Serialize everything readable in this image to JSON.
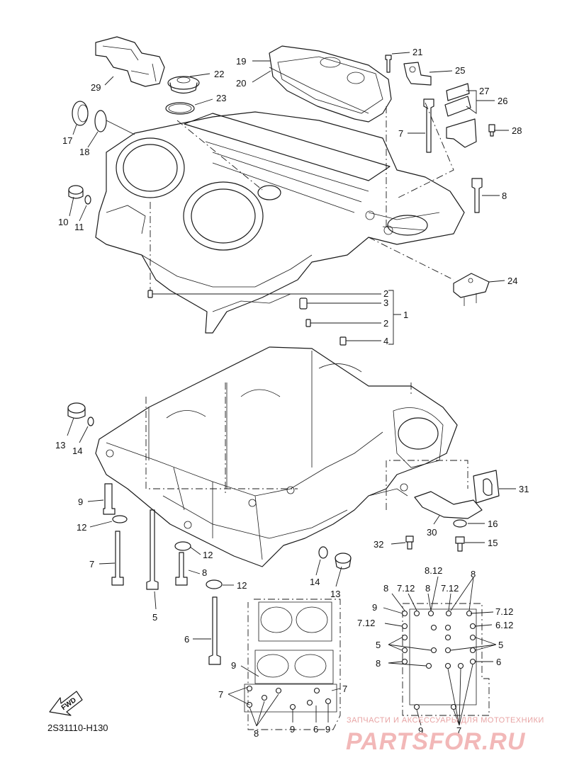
{
  "diagram": {
    "code": "2S31110-H130",
    "fwd_label": "FWD",
    "watermark_line": "ЗАПЧАСТИ И АКСЕССУАРЫ ДЛЯ МОТОТЕХНИКИ",
    "watermark_brand": "PARTSFOR.RU"
  },
  "callouts": [
    {
      "id": "c29",
      "text": "29"
    },
    {
      "id": "c22",
      "text": "22"
    },
    {
      "id": "c23",
      "text": "23"
    },
    {
      "id": "c17",
      "text": "17"
    },
    {
      "id": "c18",
      "text": "18"
    },
    {
      "id": "c10",
      "text": "10"
    },
    {
      "id": "c11",
      "text": "11"
    },
    {
      "id": "c19",
      "text": "19"
    },
    {
      "id": "c20",
      "text": "20"
    },
    {
      "id": "c21",
      "text": "21"
    },
    {
      "id": "c25",
      "text": "25"
    },
    {
      "id": "c27",
      "text": "27"
    },
    {
      "id": "c26",
      "text": "26"
    },
    {
      "id": "c7a",
      "text": "7"
    },
    {
      "id": "c28",
      "text": "28"
    },
    {
      "id": "c8a",
      "text": "8"
    },
    {
      "id": "c24",
      "text": "24"
    },
    {
      "id": "c2a",
      "text": "2"
    },
    {
      "id": "c3",
      "text": "3"
    },
    {
      "id": "c1",
      "text": "1"
    },
    {
      "id": "c2b",
      "text": "2"
    },
    {
      "id": "c4",
      "text": "4"
    },
    {
      "id": "c13a",
      "text": "13"
    },
    {
      "id": "c14a",
      "text": "14"
    },
    {
      "id": "c9a",
      "text": "9"
    },
    {
      "id": "c12a",
      "text": "12"
    },
    {
      "id": "c7b",
      "text": "7"
    },
    {
      "id": "c5",
      "text": "5"
    },
    {
      "id": "c12b",
      "text": "12"
    },
    {
      "id": "c8b",
      "text": "8"
    },
    {
      "id": "c12c",
      "text": "12"
    },
    {
      "id": "c6",
      "text": "6"
    },
    {
      "id": "c14b",
      "text": "14"
    },
    {
      "id": "c13b",
      "text": "13"
    },
    {
      "id": "c31",
      "text": "31"
    },
    {
      "id": "c30",
      "text": "30"
    },
    {
      "id": "c32",
      "text": "32"
    },
    {
      "id": "c16",
      "text": "16"
    },
    {
      "id": "c15",
      "text": "15"
    },
    {
      "id": "r_812a",
      "text": "8.12"
    },
    {
      "id": "r_8top",
      "text": "8"
    },
    {
      "id": "r_8l",
      "text": "8"
    },
    {
      "id": "r_712a",
      "text": "7.12"
    },
    {
      "id": "r_8m",
      "text": "8"
    },
    {
      "id": "r_712b",
      "text": "7.12"
    },
    {
      "id": "r_9",
      "text": "9"
    },
    {
      "id": "r_712c",
      "text": "7.12"
    },
    {
      "id": "r_712d",
      "text": "7.12"
    },
    {
      "id": "r_612",
      "text": "6.12"
    },
    {
      "id": "r_5l",
      "text": "5"
    },
    {
      "id": "r_5r",
      "text": "5"
    },
    {
      "id": "r_8b",
      "text": "8"
    },
    {
      "id": "r_6",
      "text": "6"
    },
    {
      "id": "r_9b",
      "text": "9"
    },
    {
      "id": "r_7b",
      "text": "7"
    },
    {
      "id": "l_9",
      "text": "9"
    },
    {
      "id": "l_7a",
      "text": "7"
    },
    {
      "id": "l_7b",
      "text": "7"
    },
    {
      "id": "l_8",
      "text": "8"
    },
    {
      "id": "l_9b",
      "text": "9"
    },
    {
      "id": "l_6",
      "text": "6"
    },
    {
      "id": "l_9c",
      "text": "9"
    }
  ]
}
